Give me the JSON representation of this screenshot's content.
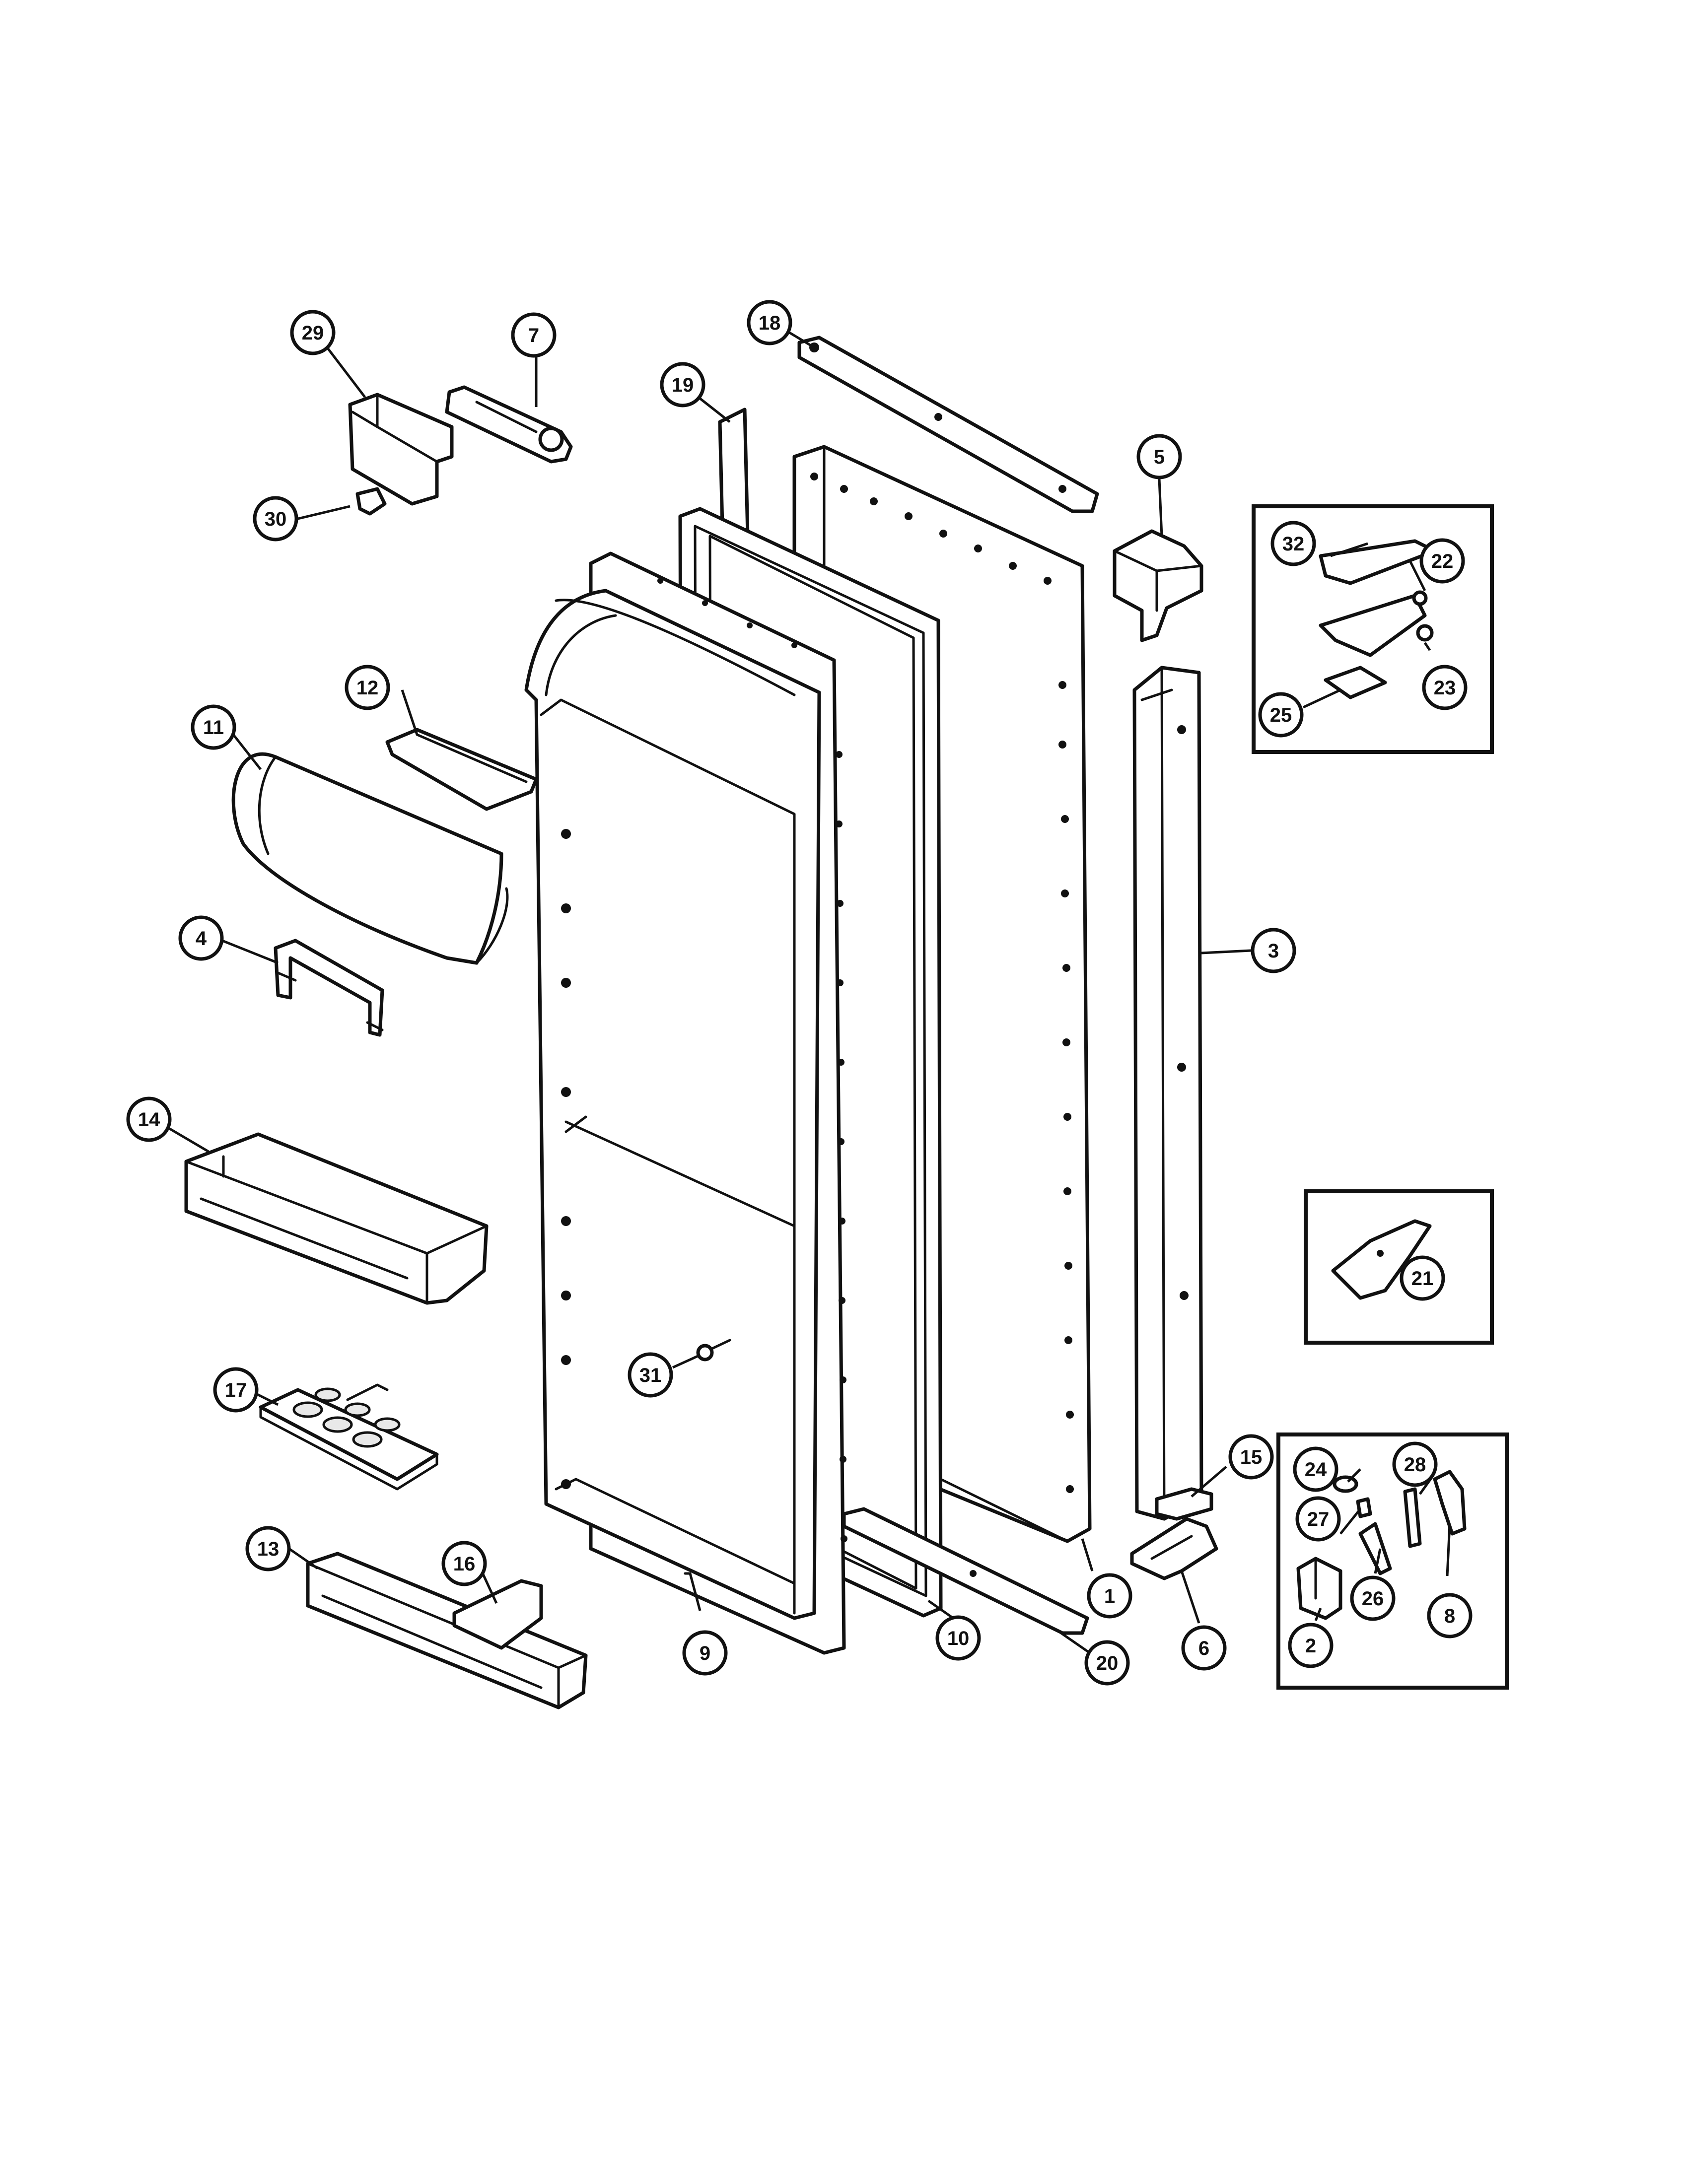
{
  "callouts": [
    {
      "id": "1",
      "label": "1"
    },
    {
      "id": "2",
      "label": "2"
    },
    {
      "id": "3",
      "label": "3"
    },
    {
      "id": "4",
      "label": "4"
    },
    {
      "id": "5",
      "label": "5"
    },
    {
      "id": "6",
      "label": "6"
    },
    {
      "id": "7",
      "label": "7"
    },
    {
      "id": "8",
      "label": "8"
    },
    {
      "id": "9",
      "label": "9"
    },
    {
      "id": "10",
      "label": "10"
    },
    {
      "id": "11",
      "label": "11"
    },
    {
      "id": "12",
      "label": "12"
    },
    {
      "id": "13",
      "label": "13"
    },
    {
      "id": "14",
      "label": "14"
    },
    {
      "id": "15",
      "label": "15"
    },
    {
      "id": "16",
      "label": "16"
    },
    {
      "id": "17",
      "label": "17"
    },
    {
      "id": "18",
      "label": "18"
    },
    {
      "id": "19",
      "label": "19"
    },
    {
      "id": "20",
      "label": "20"
    },
    {
      "id": "21",
      "label": "21"
    },
    {
      "id": "22",
      "label": "22"
    },
    {
      "id": "23",
      "label": "23"
    },
    {
      "id": "24",
      "label": "24"
    },
    {
      "id": "25",
      "label": "25"
    },
    {
      "id": "26",
      "label": "26"
    },
    {
      "id": "27",
      "label": "27"
    },
    {
      "id": "28",
      "label": "28"
    },
    {
      "id": "29",
      "label": "29"
    },
    {
      "id": "30",
      "label": "30"
    },
    {
      "id": "31",
      "label": "31"
    },
    {
      "id": "32",
      "label": "32"
    }
  ]
}
